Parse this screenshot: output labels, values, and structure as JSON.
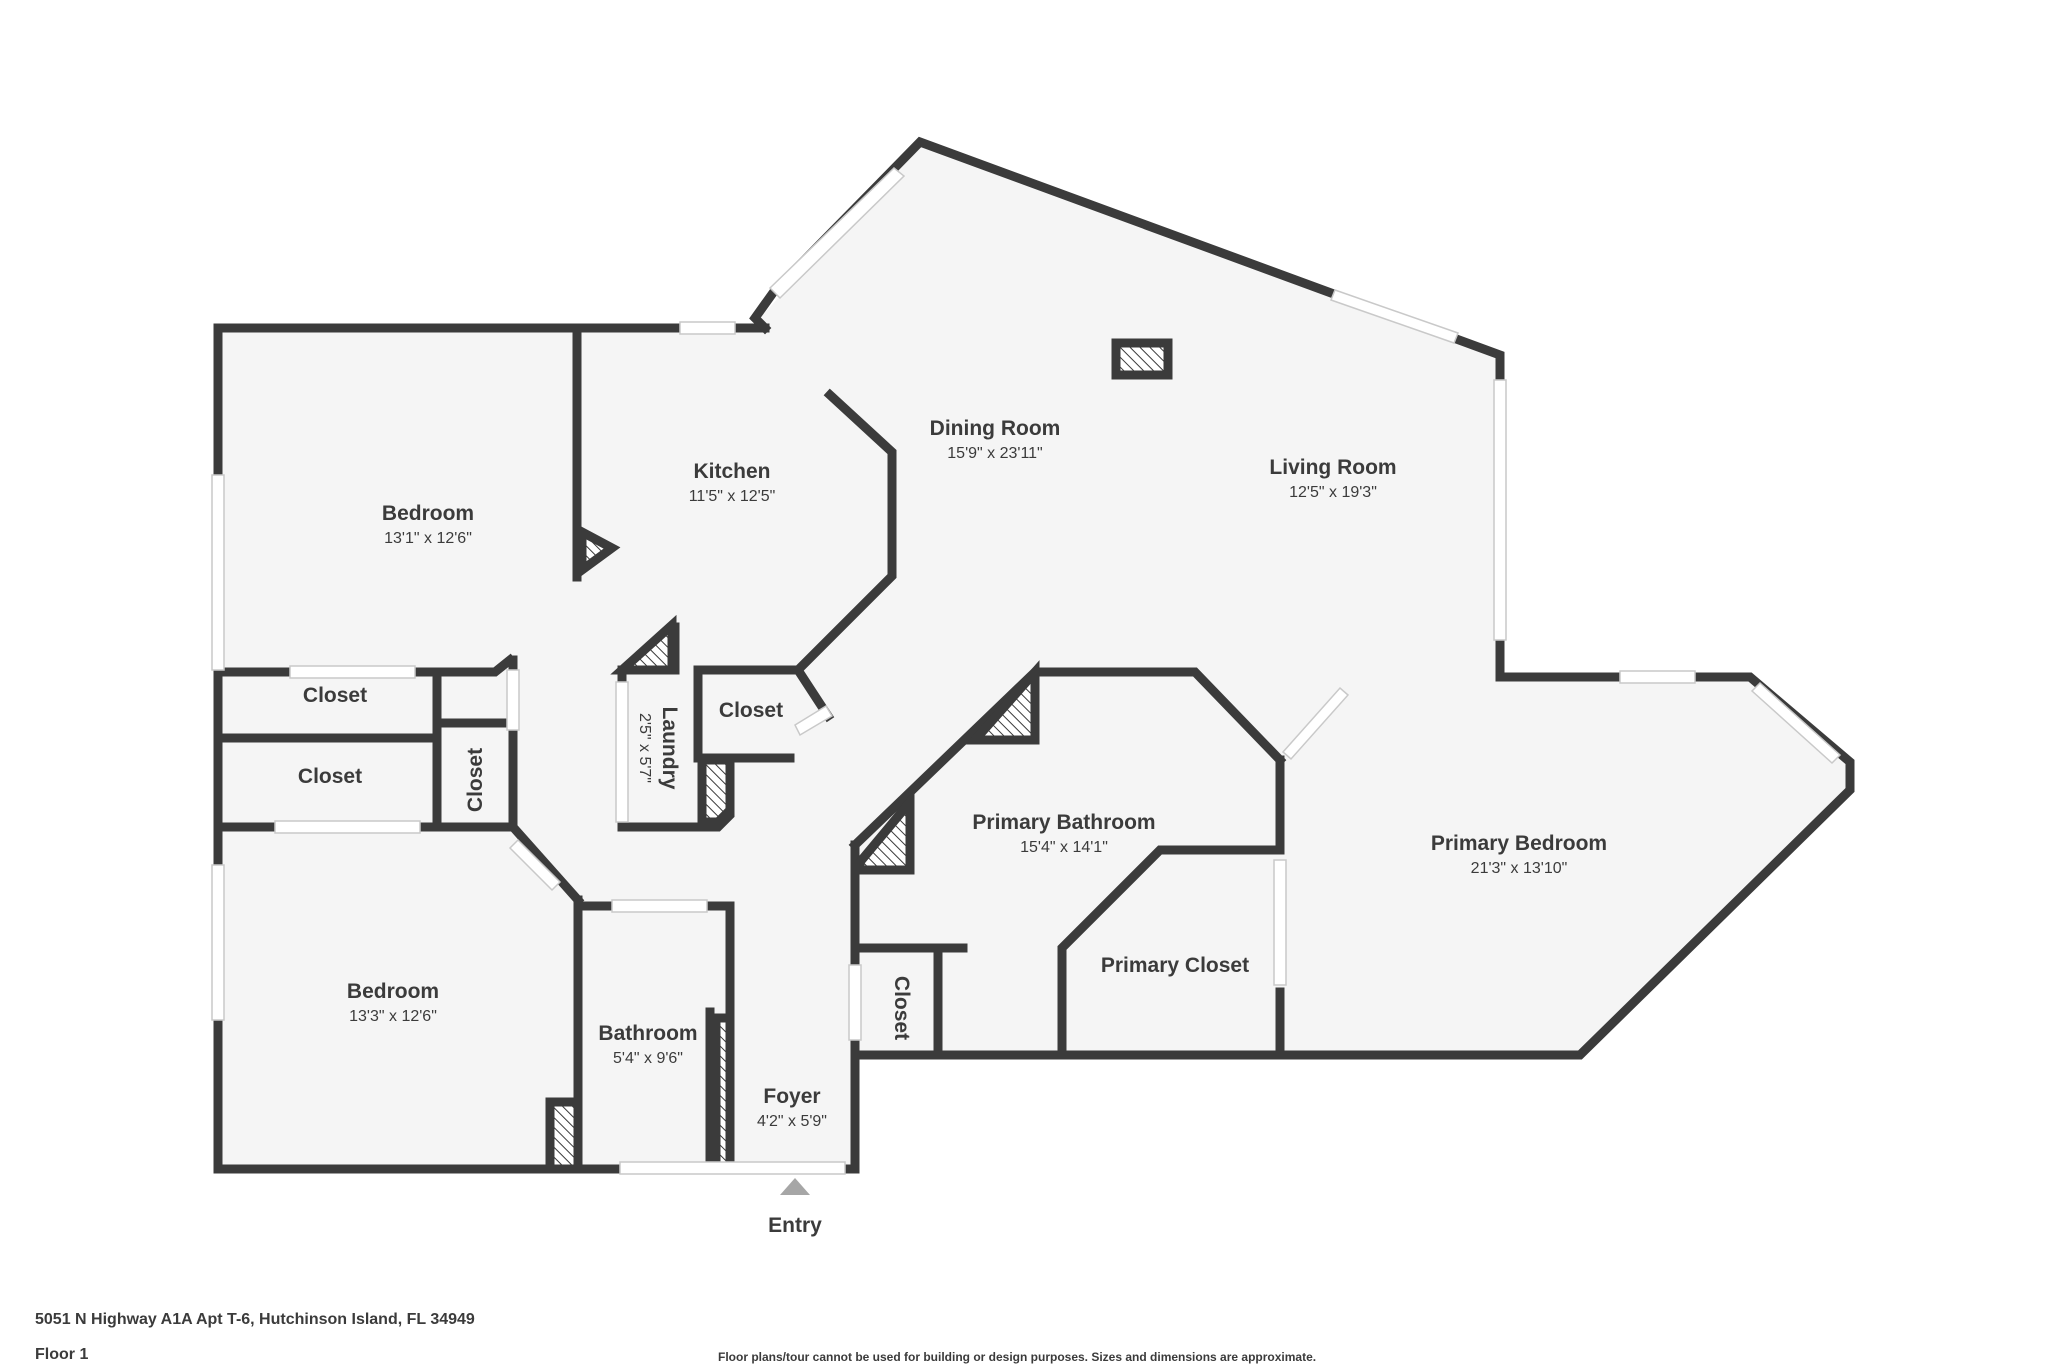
{
  "rooms": {
    "bedroom_1": {
      "name": "Bedroom",
      "dims": "13'1\" x 12'6\""
    },
    "kitchen": {
      "name": "Kitchen",
      "dims": "11'5\" x 12'5\""
    },
    "dining_room": {
      "name": "Dining Room",
      "dims": "15'9\" x 23'11\""
    },
    "living_room": {
      "name": "Living Room",
      "dims": "12'5\" x 19'3\""
    },
    "closet_1": {
      "name": "Closet"
    },
    "closet_2": {
      "name": "Closet"
    },
    "closet_3": {
      "name": "Closet"
    },
    "laundry": {
      "name": "Laundry",
      "dims": "2'5\" x 5'7\""
    },
    "closet_4": {
      "name": "Closet"
    },
    "primary_bathroom": {
      "name": "Primary Bathroom",
      "dims": "15'4\" x 14'1\""
    },
    "primary_bedroom": {
      "name": "Primary Bedroom",
      "dims": "21'3\" x 13'10\""
    },
    "primary_closet": {
      "name": "Primary Closet"
    },
    "closet_5": {
      "name": "Closet"
    },
    "bedroom_2": {
      "name": "Bedroom",
      "dims": "13'3\" x 12'6\""
    },
    "bathroom": {
      "name": "Bathroom",
      "dims": "5'4\" x 9'6\""
    },
    "foyer": {
      "name": "Foyer",
      "dims": "4'2\" x 5'9\""
    }
  },
  "entry_label": "Entry",
  "footer": {
    "address": "5051 N Highway A1A Apt T-6, Hutchinson Island, FL 34949",
    "floor": "Floor 1",
    "disclaimer": "Floor plans/tour cannot be used for building or design purposes. Sizes and dimensions are approximate."
  },
  "colors": {
    "wall": "#3b3b3b",
    "floor": "#f5f5f5",
    "window": "#c9c9c9",
    "background": "#ffffff"
  }
}
